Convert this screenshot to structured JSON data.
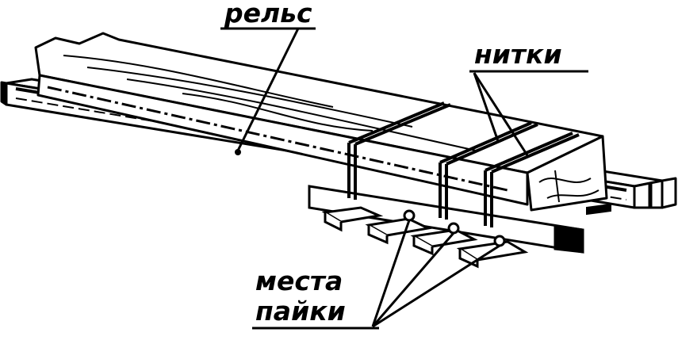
{
  "labels": {
    "rail": "рельс",
    "threads": "нитки",
    "solder_points_line1": "места",
    "solder_points_line2": "пайки"
  },
  "colors": {
    "ink": "#000000",
    "paper": "#ffffff"
  }
}
